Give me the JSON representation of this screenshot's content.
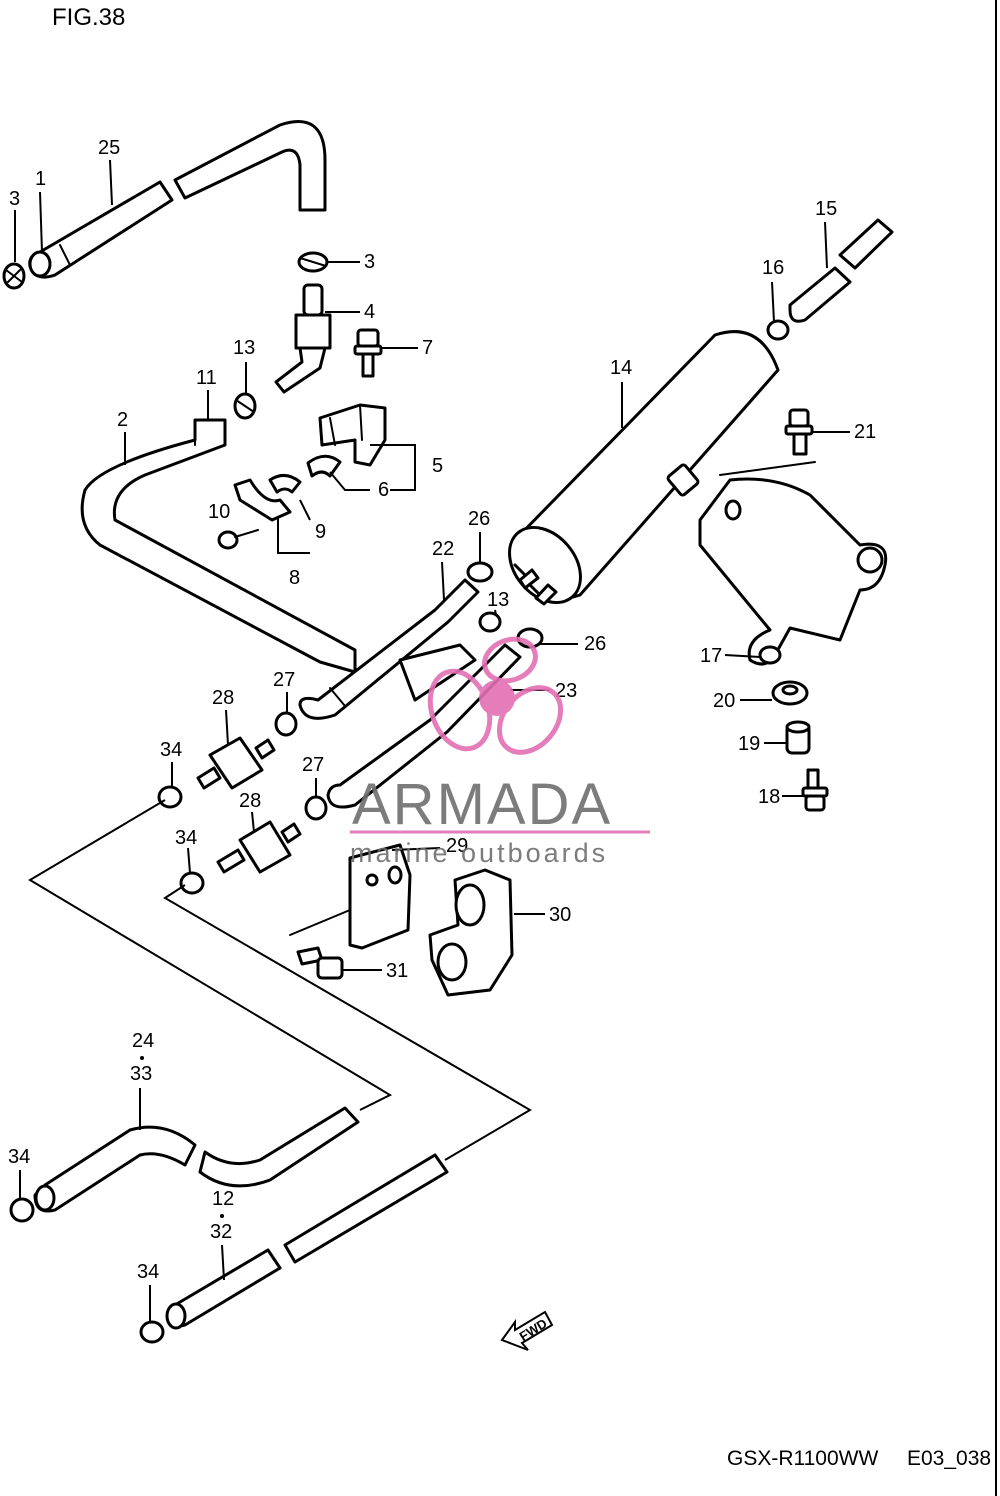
{
  "figure": {
    "title": "FIG.38",
    "model_code": "GSX-R1100WW",
    "drawing_code": "E03_038"
  },
  "watermark": {
    "brand": "ARMADA",
    "tagline": "marine outboards",
    "accent_color": "#e36fb3"
  },
  "fwd_arrow": {
    "label": "FWD"
  },
  "callouts": {
    "c1": "1",
    "c2": "2",
    "c3a": "3",
    "c3b": "3",
    "c4": "4",
    "c5": "5",
    "c6": "6",
    "c7": "7",
    "c8": "8",
    "c9": "9",
    "c10": "10",
    "c11": "11",
    "c13a": "13",
    "c13b": "13",
    "c14": "14",
    "c15": "15",
    "c16": "16",
    "c17": "17",
    "c18": "18",
    "c19": "19",
    "c20": "20",
    "c21": "21",
    "c22": "22",
    "c23": "23",
    "c25": "25",
    "c26a": "26",
    "c26b": "26",
    "c27a": "27",
    "c27b": "27",
    "c28a": "28",
    "c28b": "28",
    "c29": "29",
    "c30": "30",
    "c31": "31",
    "c34a": "34",
    "c34b": "34",
    "c34c": "34",
    "c34d": "34",
    "c24": "24",
    "c33": "33",
    "c12": "12",
    "c32": "32"
  }
}
